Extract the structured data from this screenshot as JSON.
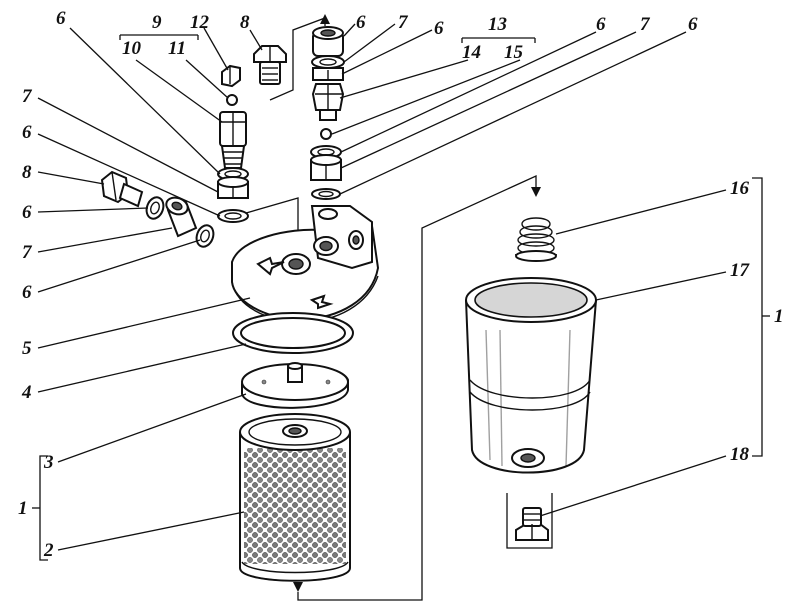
{
  "diagram": {
    "labels": [
      {
        "id": "l6a",
        "text": "6"
      },
      {
        "id": "l9",
        "text": "9"
      },
      {
        "id": "l12",
        "text": "12"
      },
      {
        "id": "l8a",
        "text": "8"
      },
      {
        "id": "l10",
        "text": "10"
      },
      {
        "id": "l11",
        "text": "11"
      },
      {
        "id": "l6b",
        "text": "6"
      },
      {
        "id": "l7a",
        "text": "7"
      },
      {
        "id": "l6c",
        "text": "6"
      },
      {
        "id": "l13",
        "text": "13"
      },
      {
        "id": "l14",
        "text": "14"
      },
      {
        "id": "l15",
        "text": "15"
      },
      {
        "id": "l6d",
        "text": "6"
      },
      {
        "id": "l7b",
        "text": "7"
      },
      {
        "id": "l6e",
        "text": "6"
      },
      {
        "id": "l7c",
        "text": "7"
      },
      {
        "id": "l6f",
        "text": "6"
      },
      {
        "id": "l8b",
        "text": "8"
      },
      {
        "id": "l6g",
        "text": "6"
      },
      {
        "id": "l7d",
        "text": "7"
      },
      {
        "id": "l6h",
        "text": "6"
      },
      {
        "id": "l5",
        "text": "5"
      },
      {
        "id": "l4",
        "text": "4"
      },
      {
        "id": "l3",
        "text": "3"
      },
      {
        "id": "l1a",
        "text": "1"
      },
      {
        "id": "l2",
        "text": "2"
      },
      {
        "id": "l16",
        "text": "16"
      },
      {
        "id": "l17",
        "text": "17"
      },
      {
        "id": "l1b",
        "text": "1"
      },
      {
        "id": "l18",
        "text": "18"
      }
    ]
  }
}
